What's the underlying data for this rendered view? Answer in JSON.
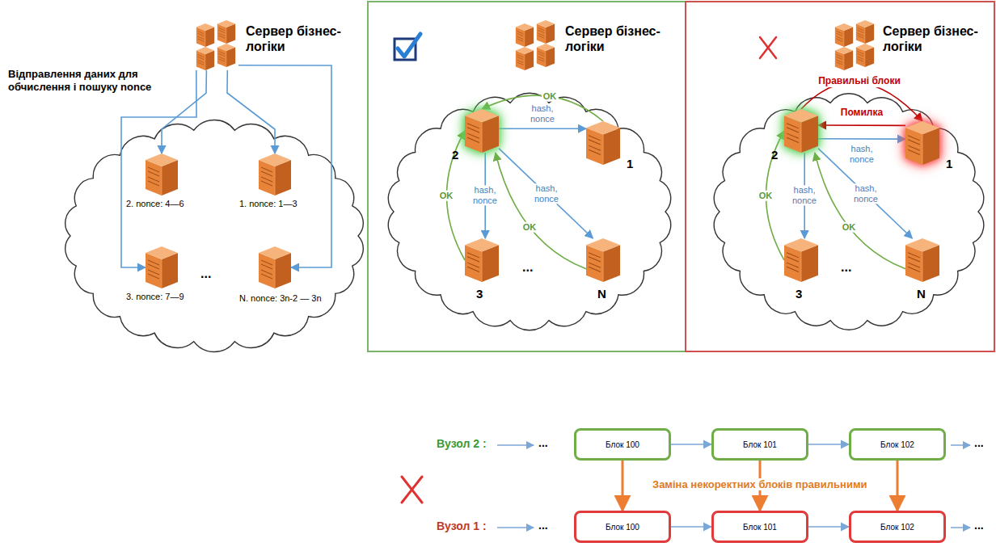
{
  "diagram": {
    "nodes": [
      {
        "text": [
          "Сервер бізнес-логіки"
        ]
      },
      {
        "text": [
          "2. nonce: 4—6"
        ]
      },
      {
        "text": [
          "1. nonce: 1—3"
        ]
      },
      {
        "text": [
          "3. nonce: 7—9"
        ]
      },
      {
        "text": [
          "N. nonce: 3n-2 — 3n"
        ]
      },
      {
        "text": [
          "Сервер бізнес-логіки"
        ]
      },
      {
        "text": [
          "2"
        ]
      },
      {
        "text": [
          "1"
        ]
      },
      {
        "text": [
          "3"
        ]
      },
      {
        "text": [
          "N"
        ]
      },
      {
        "text": [
          "Сервер бізнес-логіки"
        ]
      },
      {
        "text": [
          "2"
        ]
      },
      {
        "text": [
          "1"
        ]
      },
      {
        "text": [
          "3"
        ]
      },
      {
        "text": [
          "N"
        ]
      },
      {
        "text": [
          "Блок 100"
        ]
      },
      {
        "text": [
          "Блок 101"
        ]
      },
      {
        "text": [
          "Блок 102"
        ]
      },
      {
        "text": [
          "Блок 100"
        ]
      },
      {
        "text": [
          "Блок 101"
        ]
      },
      {
        "text": [
          "Блок 102"
        ]
      }
    ],
    "edges": [
      {
        "from": 0,
        "to": 1,
        "arrow": "to"
      },
      {
        "from": 0,
        "to": 2,
        "arrow": "to"
      },
      {
        "from": 0,
        "to": 3,
        "arrow": "to"
      },
      {
        "from": 0,
        "to": 4,
        "arrow": "to"
      },
      {
        "from": 6,
        "to": 7,
        "label": "hash, nonce",
        "arrow": "to"
      },
      {
        "from": 7,
        "to": 6,
        "label": "OK",
        "arrow": "to"
      },
      {
        "from": 6,
        "to": 8,
        "label": "hash, nonce",
        "arrow": "to"
      },
      {
        "from": 8,
        "to": 6,
        "label": "OK",
        "arrow": "to"
      },
      {
        "from": 6,
        "to": 9,
        "label": "hash, nonce",
        "arrow": "to"
      },
      {
        "from": 9,
        "to": 6,
        "label": "OK",
        "arrow": "to"
      },
      {
        "from": 11,
        "to": 12,
        "label": "hash, nonce",
        "arrow": "to"
      },
      {
        "from": 12,
        "to": 11,
        "label": "Помилка",
        "arrow": "to"
      },
      {
        "from": 11,
        "to": 12,
        "label": "Правильні блоки",
        "arrow": "to"
      },
      {
        "from": 11,
        "to": 13,
        "label": "hash, nonce",
        "arrow": "to"
      },
      {
        "from": 13,
        "to": 11,
        "label": "OK",
        "arrow": "to"
      },
      {
        "from": 11,
        "to": 14,
        "label": "hash, nonce",
        "arrow": "to"
      },
      {
        "from": 14,
        "to": 11,
        "label": "OK",
        "arrow": "to"
      },
      {
        "from": 15,
        "to": 16,
        "arrow": "to"
      },
      {
        "from": 16,
        "to": 17,
        "arrow": "to"
      },
      {
        "from": 18,
        "to": 19,
        "arrow": "to"
      },
      {
        "from": 19,
        "to": 20,
        "arrow": "to"
      },
      {
        "from": 15,
        "to": 18,
        "arrow": "to"
      },
      {
        "from": 16,
        "to": 19,
        "arrow": "to"
      },
      {
        "from": 17,
        "to": 20,
        "arrow": "to"
      }
    ],
    "labels": [
      "Відправлення даних для обчислення і пошуку nonce",
      "...",
      "...",
      "...",
      "Вузол 2 :",
      "...",
      "...",
      "Заміна некоректних блоків правильними",
      "Вузол 1 :",
      "...",
      "..."
    ]
  }
}
